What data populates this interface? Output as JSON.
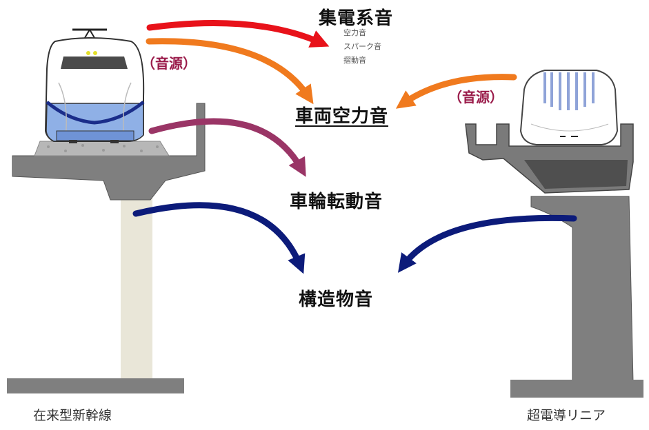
{
  "labels": {
    "pantograph_noise": "集電系音",
    "pantograph_subs": [
      "空力音",
      "スパーク音",
      "摺動音"
    ],
    "aero_noise": "車両空力音",
    "wheel_noise": "車輪転動音",
    "structure_noise": "構造物音",
    "source_left": "（音源）",
    "source_right": "（音源）",
    "caption_left": "在来型新幹線",
    "caption_right": "超電導リニア"
  },
  "colors": {
    "red": "#e8121a",
    "orange": "#f07a1e",
    "purple": "#9a3566",
    "navy": "#0c1b7a",
    "concrete": "#7f7f7f",
    "pillar": "#e9e6d8",
    "train_blue": "#8fb0e6"
  }
}
